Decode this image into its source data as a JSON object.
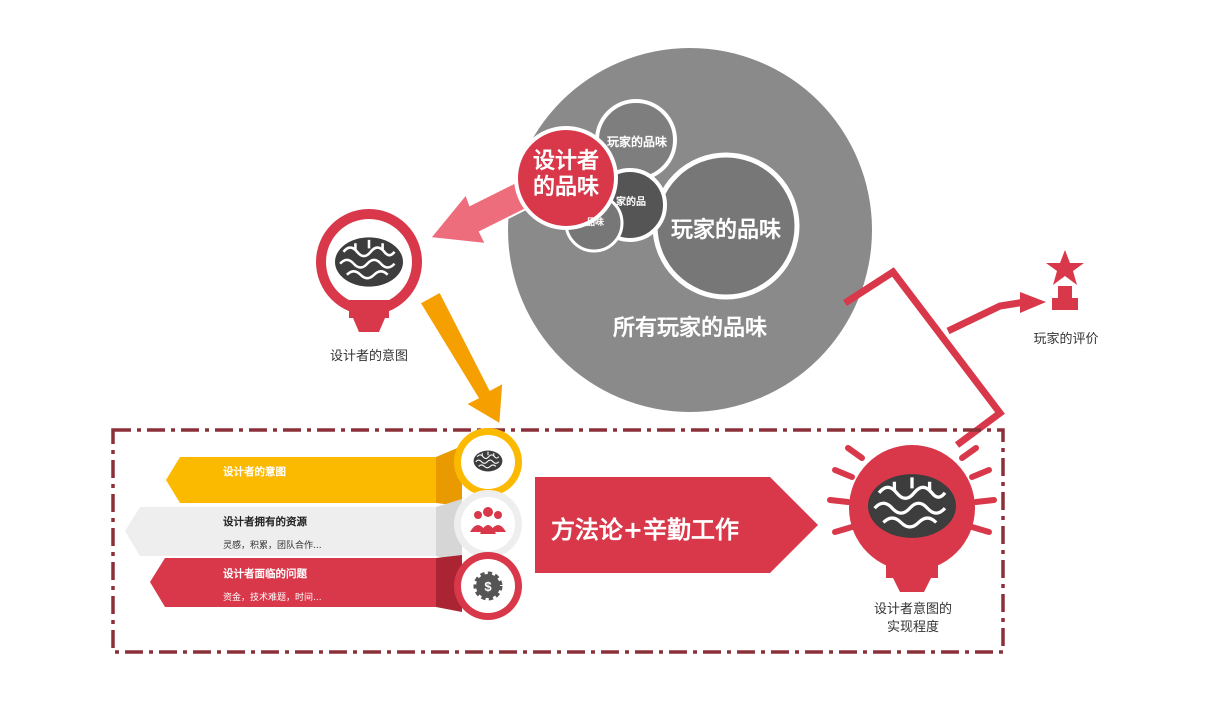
{
  "taste": {
    "all_players": "所有玩家的品味",
    "player_large": "玩家的品味",
    "player_small": "玩家的品味",
    "player_mid": "家的品",
    "player_tiny": "品味",
    "designer": "设计者\n的品味"
  },
  "designer_intent_label": "设计者的意图",
  "player_review_label": "玩家的评价",
  "realization_label": "设计者意图的\n实现程度",
  "method_label": "方法论+辛勤工作",
  "tabs": [
    {
      "title": "设计者的意图",
      "sub": ""
    },
    {
      "title": "设计者拥有的资源",
      "sub": "灵感，积累，团队合作..."
    },
    {
      "title": "设计者面临的问题",
      "sub": "资金，技术难题，时间..."
    }
  ],
  "colors": {
    "red": "#d8384a",
    "yellow": "#fbb900",
    "orange": "#f5a000",
    "gray": "#8a8a8a",
    "dark": "#404040",
    "frame": "#8b3038"
  }
}
